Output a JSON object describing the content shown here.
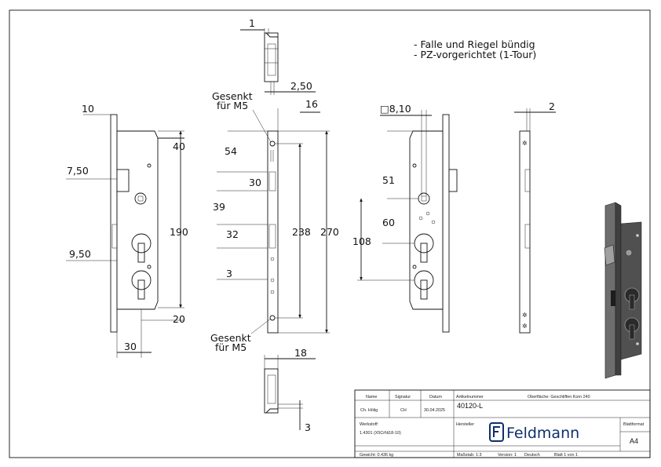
{
  "notes": {
    "line1": "- Falle und Riegel bündig",
    "line2": "- PZ-vorgerichtet (1-Tour)"
  },
  "top_view": {
    "dim_width": "1",
    "dim_offset": "2,50"
  },
  "bottom_view": {
    "dim_width": "18",
    "dim_offset": "3"
  },
  "left_view": {
    "dim_faceplate": "10",
    "dim_top": "40",
    "dim_latch": "7,50",
    "dim_height": "190",
    "dim_cyl": "9,50",
    "dim_bottom": "20",
    "dim_backset": "30"
  },
  "faceplate_view": {
    "label_top": [
      "Gesenkt",
      "für M5"
    ],
    "label_bottom": [
      "Gesenkt",
      "für M5"
    ],
    "dim_width": "16",
    "dim_54": "54",
    "dim_30": "30",
    "dim_39": "39",
    "dim_32": "32",
    "dim_3": "3",
    "dim_238": "238",
    "dim_270": "270"
  },
  "right_view": {
    "dim_square": "□8,10",
    "dim_51": "51",
    "dim_60": "60",
    "dim_108": "108"
  },
  "side_view": {
    "dim_thickness": "2"
  },
  "title_block": {
    "headers": {
      "name": "Name",
      "signatur": "Signatur",
      "datum": "Datum"
    },
    "row": {
      "name": "Ch. Hölig",
      "signatur": "CH",
      "datum": "30.04.2025"
    },
    "artikel_label": "Artikelnummer",
    "artikel_value": "40120-L",
    "oberflaeche": "Oberfläche: Geschliffen Korn 240",
    "werkstoff_label": "Werkstoff:",
    "werkstoff_value": "1.4301 (X5CrNi18-10)",
    "hersteller_label": "Hersteller",
    "brand": "Feldmann",
    "blattformat_label": "Blattformat",
    "blattformat_value": "A4",
    "gewicht": "Gewicht: 0.436 kg",
    "massstab": "Maßstab: 1:3",
    "version": "Version: 1",
    "sprache": "Deutsch",
    "blatt": "Blatt 1 von 1"
  }
}
